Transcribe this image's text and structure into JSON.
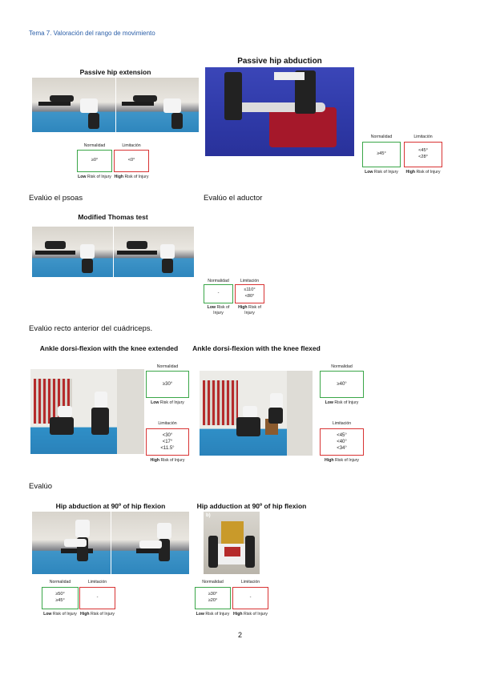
{
  "header": {
    "text": "Tema 7. Valoración del rango de movimiento"
  },
  "sections": {
    "psoas": "Evalúo el psoas",
    "aductor": "Evalúo el aductor",
    "recto": "Evalúo recto anterior del cuádriceps.",
    "evaluo": "Evalúo"
  },
  "figures": {
    "hip_ext": {
      "title": "Passive hip extension",
      "normal_label": "Normalidad",
      "normal_value": "≥0°",
      "limit_label": "Limitación",
      "limit_value": "<0°",
      "low_bold": "Low",
      "low_rest": " Risk of Injury",
      "high_bold": "High",
      "high_rest": " Risk of Injury"
    },
    "hip_abd": {
      "title": "Passive hip abduction",
      "normal_label": "Normalidad",
      "normal_value": "≥45°",
      "limit_label": "Limitación",
      "limit_value": "<45°\n<28°",
      "low_bold": "Low",
      "low_rest": " Risk of Injury",
      "high_bold": "High",
      "high_rest": " Risk of Injury"
    },
    "thomas": {
      "title": "Modified Thomas test",
      "normal_label": "Normalidad",
      "normal_value": "-",
      "limit_label": "Limitación",
      "limit_value": "≤110°\n<80°",
      "low_bold": "Low",
      "low_rest": " Risk of Injury",
      "high_bold": "High",
      "high_rest": " Risk of Injury"
    },
    "ankle_ext": {
      "title": "Ankle dorsi-flexion with the knee extended",
      "normal_label": "Normalidad",
      "normal_value": "≥30°",
      "limit_label": "Limitación",
      "limit_value": "<30°\n<17°\n<11.5°",
      "low_bold": "Low",
      "low_rest": " Risk of Injury",
      "high_bold": "High",
      "high_rest": " Risk of Injury"
    },
    "ankle_flex": {
      "title": "Ankle dorsi-flexion with the knee flexed",
      "normal_label": "Normalidad",
      "normal_value": "≥40°",
      "limit_label": "Limitación",
      "limit_value": "<45°\n<40°\n<34°",
      "low_bold": "Low",
      "low_rest": " Risk of Injury",
      "high_bold": "High",
      "high_rest": " Risk of Injury"
    },
    "hip_abd90": {
      "title": "Hip abduction at 90º of hip flexion",
      "normal_label": "Normalidad",
      "normal_value": "≥50°\n≥45°",
      "limit_label": "Limitación",
      "limit_value": "-",
      "low_bold": "Low",
      "low_rest": " Risk of Injury",
      "high_bold": "High",
      "high_rest": " Risk of Injury"
    },
    "hip_add90": {
      "title": "Hip adduction at 90º of hip flexion",
      "photo_label": "b)",
      "normal_label": "Normalidad",
      "normal_value": "≥30°\n≥20°",
      "limit_label": "Limitación",
      "limit_value": "-",
      "low_bold": "Low",
      "low_rest": " Risk of Injury",
      "high_bold": "High",
      "high_rest": " Risk of Injury"
    }
  },
  "page_number": "2"
}
